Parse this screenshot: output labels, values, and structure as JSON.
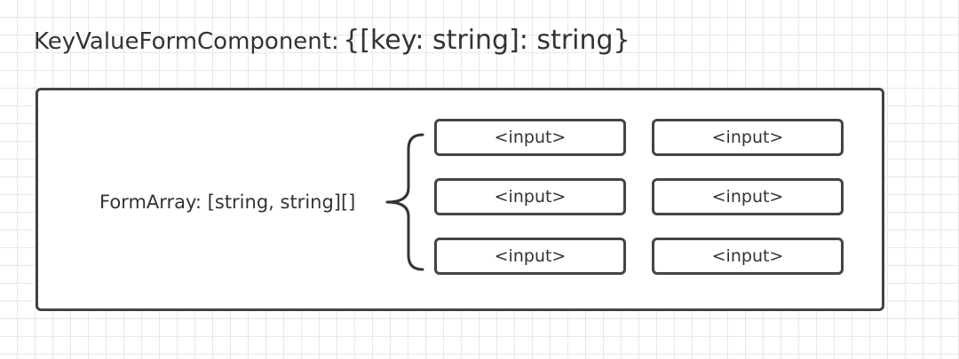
{
  "title": {
    "name": "KeyValueFormComponent:",
    "type": "{[key: string]: string}"
  },
  "form_array_label": "FormArray: [string, string][]",
  "rows": [
    {
      "key": "<input>",
      "value": "<input>"
    },
    {
      "key": "<input>",
      "value": "<input>"
    },
    {
      "key": "<input>",
      "value": "<input>"
    }
  ]
}
